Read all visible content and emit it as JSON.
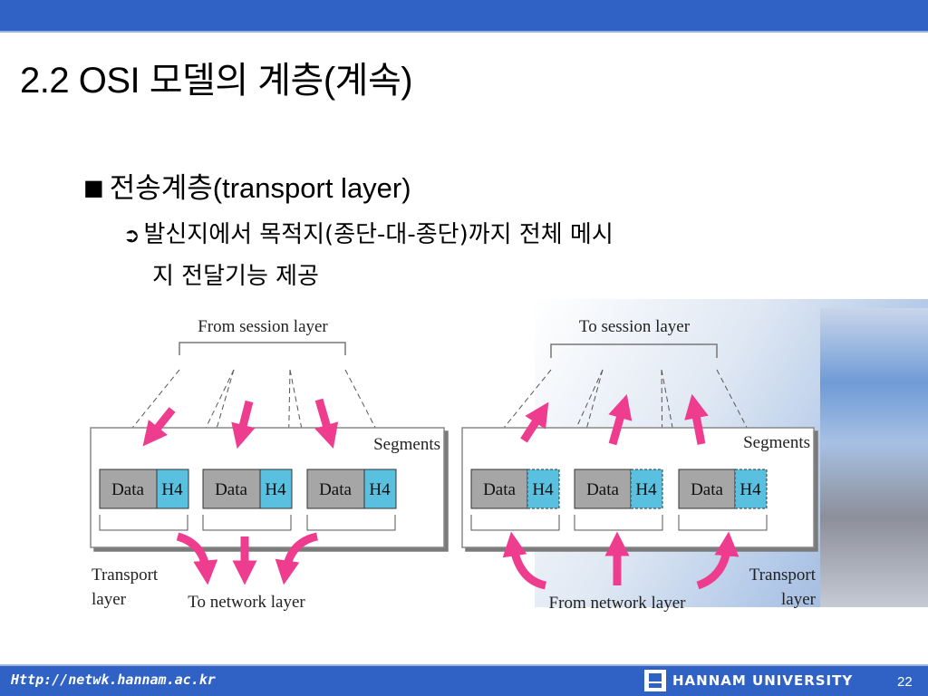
{
  "slide": {
    "title": "2.2 OSI 모델의 계층(계속)",
    "bullet_mark": "■",
    "bullet_ko": "전송계층",
    "bullet_en": "(transport layer)",
    "sub_arrow": "➲",
    "sub_line1": "발신지에서 목적지(종단-대-종단)까지 전체 메시",
    "sub_line2": "지 전달기능 제공"
  },
  "diagram": {
    "left": {
      "top_label": "From session layer",
      "box_label": "Segments",
      "bottom_label": "To network layer",
      "side_label_line1": "Transport",
      "side_label_line2": "layer"
    },
    "right": {
      "top_label": "To session layer",
      "box_label": "Segments",
      "bottom_label": "From network layer",
      "side_label_line1": "Transport",
      "side_label_line2": "layer"
    },
    "data_label": "Data",
    "header_label": "H4",
    "colors": {
      "arrow": "#ee3d8e",
      "data_cell": "#a6a6a6",
      "header_cell": "#5ac0df"
    }
  },
  "footer": {
    "url": "Http://netwk.hannam.ac.kr",
    "university": "HANNAM UNIVERSITY",
    "page": "22"
  }
}
